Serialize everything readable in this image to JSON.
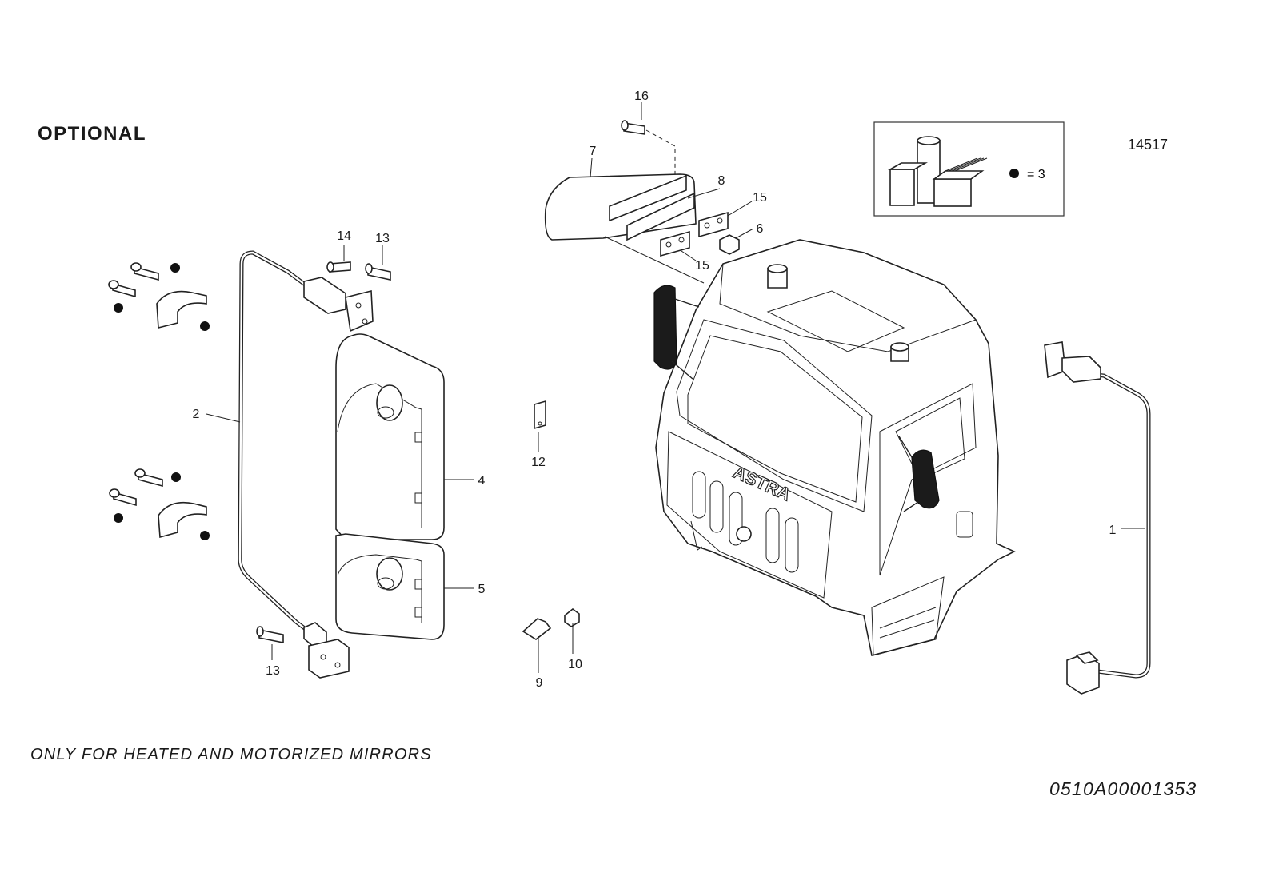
{
  "header": {
    "title": "OPTIONAL",
    "plate_number": "14517"
  },
  "legend": {
    "label": "= 3"
  },
  "callouts": [
    "1",
    "2",
    "4",
    "5",
    "6",
    "7",
    "8",
    "9",
    "10",
    "12",
    "13",
    "13",
    "14",
    "15",
    "15",
    "16"
  ],
  "note": "ONLY FOR HEATED AND MOTORIZED MIRRORS",
  "document_number": "0510A00001353",
  "cab_brand": "ASTRA"
}
